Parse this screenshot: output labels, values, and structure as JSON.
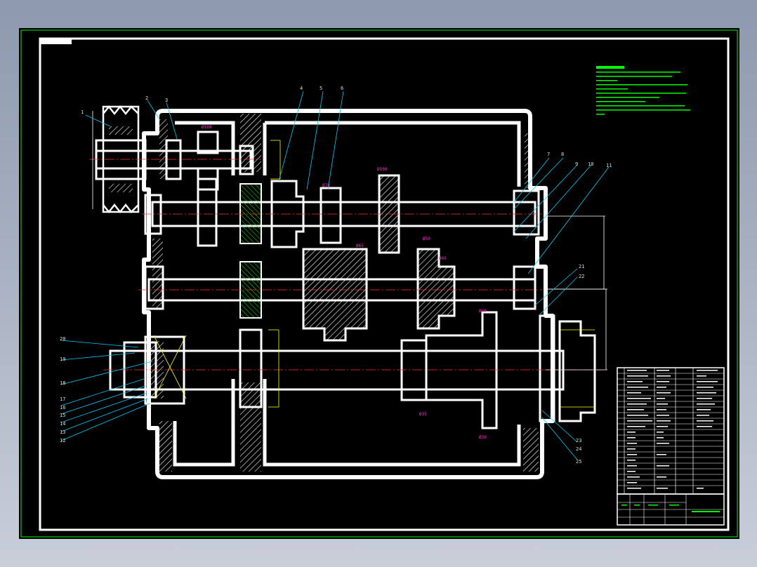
{
  "drawing": {
    "background": "#000000",
    "outline_color": "#ffffff",
    "centerline_color": "#ff3333",
    "hatch_color": "#ffffff",
    "notes_color": "#00ff00",
    "dimension_color": "#ff33cc",
    "leader_color": "#00ccff",
    "frame_color": "#00ff00"
  },
  "callouts": [
    "1",
    "2",
    "3",
    "4",
    "5",
    "6",
    "7",
    "8",
    "9",
    "10",
    "11",
    "12",
    "13",
    "14",
    "15",
    "16",
    "17",
    "18",
    "19",
    "20",
    "21",
    "22",
    "23",
    "24",
    "25"
  ],
  "dimension_labels": [
    "Ø160",
    "Ø100",
    "Ø70",
    "Ø65",
    "Ø50",
    "Ø45",
    "Ø40",
    "Ø35",
    "Ø30"
  ]
}
